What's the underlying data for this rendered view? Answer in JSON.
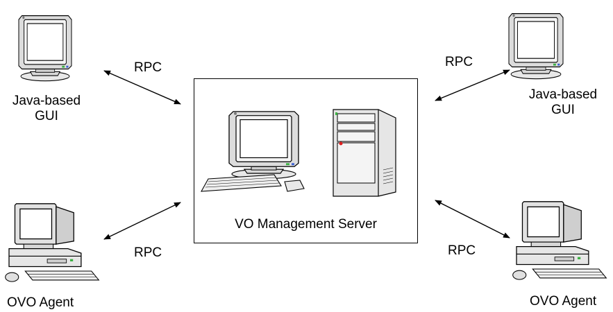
{
  "nodes": {
    "gui_top_left": {
      "label_line1": "Java-based",
      "label_line2": "GUI",
      "icon": "crt-monitor-icon"
    },
    "gui_top_right": {
      "label_line1": "Java-based",
      "label_line2": "GUI",
      "icon": "crt-monitor-icon"
    },
    "server": {
      "label": "VO Management Server",
      "icons": [
        "workstation-monitor-icon",
        "keyboard-icon",
        "mouse-icon",
        "tower-server-icon"
      ]
    },
    "agent_bottom_left": {
      "label": "OVO Agent",
      "icon": "desktop-pc-icon"
    },
    "agent_bottom_right": {
      "label": "OVO Agent",
      "icon": "desktop-pc-icon"
    }
  },
  "connections": [
    {
      "from": "gui_top_left",
      "to": "server",
      "label": "RPC",
      "direction": "bidirectional"
    },
    {
      "from": "gui_top_right",
      "to": "server",
      "label": "RPC",
      "direction": "bidirectional"
    },
    {
      "from": "agent_bottom_left",
      "to": "server",
      "label": "RPC",
      "direction": "bidirectional"
    },
    {
      "from": "agent_bottom_right",
      "to": "server",
      "label": "RPC",
      "direction": "bidirectional"
    }
  ]
}
